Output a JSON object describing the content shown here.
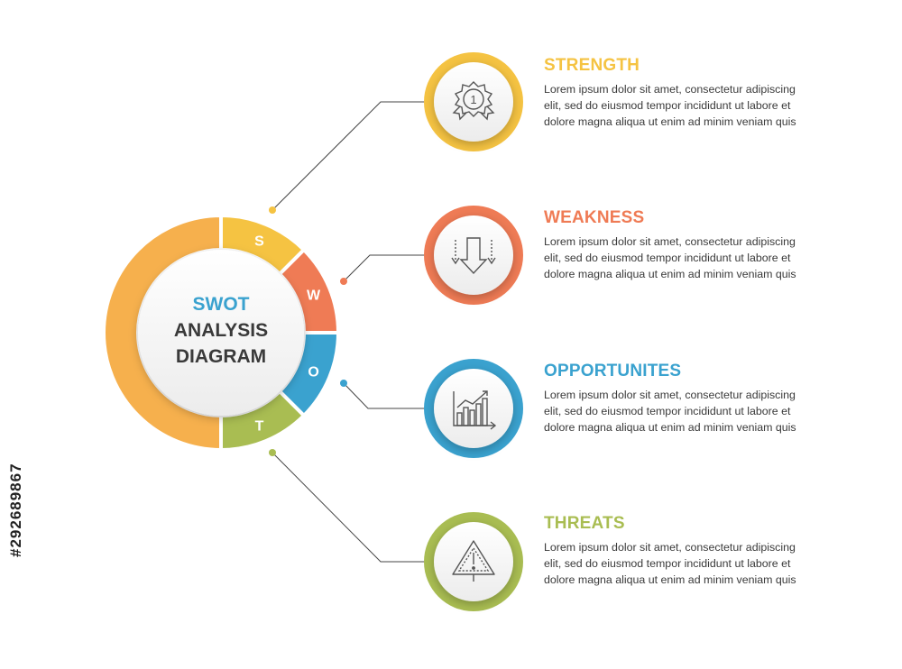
{
  "center": {
    "line1": "SWOT",
    "line2": "ANALYSIS",
    "line3": "DIAGRAM"
  },
  "segments": [
    {
      "letter": "S",
      "color": "#f5c342"
    },
    {
      "letter": "W",
      "color": "#ef7b55"
    },
    {
      "letter": "O",
      "color": "#3aa2cf"
    },
    {
      "letter": "T",
      "color": "#a9bd52"
    }
  ],
  "outer_ring_color": "#f6b04d",
  "accent_colors": {
    "title_center": "#3aa2cf",
    "text_dark": "#3a3a3a"
  },
  "items": [
    {
      "title": "STRENGTH",
      "color": "#f5c342",
      "icon": "medal-icon",
      "text": "Lorem ipsum dolor sit amet, consectetur adipiscing elit, sed do eiusmod tempor incididunt ut labore et dolore magna aliqua ut enim ad minim veniam quis"
    },
    {
      "title": "WEAKNESS",
      "color": "#ef7b55",
      "icon": "down-arrows-icon",
      "text": "Lorem ipsum dolor sit amet, consectetur adipiscing elit, sed do eiusmod tempor incididunt ut labore et dolore magna aliqua ut enim ad minim veniam quis"
    },
    {
      "title": "OPPORTUNITES",
      "color": "#3aa2cf",
      "icon": "growth-chart-icon",
      "text": "Lorem ipsum dolor sit amet, consectetur adipiscing elit, sed do eiusmod tempor incididunt ut labore et dolore magna aliqua ut enim ad minim veniam quis"
    },
    {
      "title": "THREATS",
      "color": "#a9bd52",
      "icon": "warning-sign-icon",
      "text": "Lorem ipsum dolor sit amet, consectetur adipiscing elit, sed do eiusmod tempor incididunt ut labore et dolore magna aliqua ut enim ad minim veniam quis"
    }
  ],
  "stock_id": "#292689867"
}
